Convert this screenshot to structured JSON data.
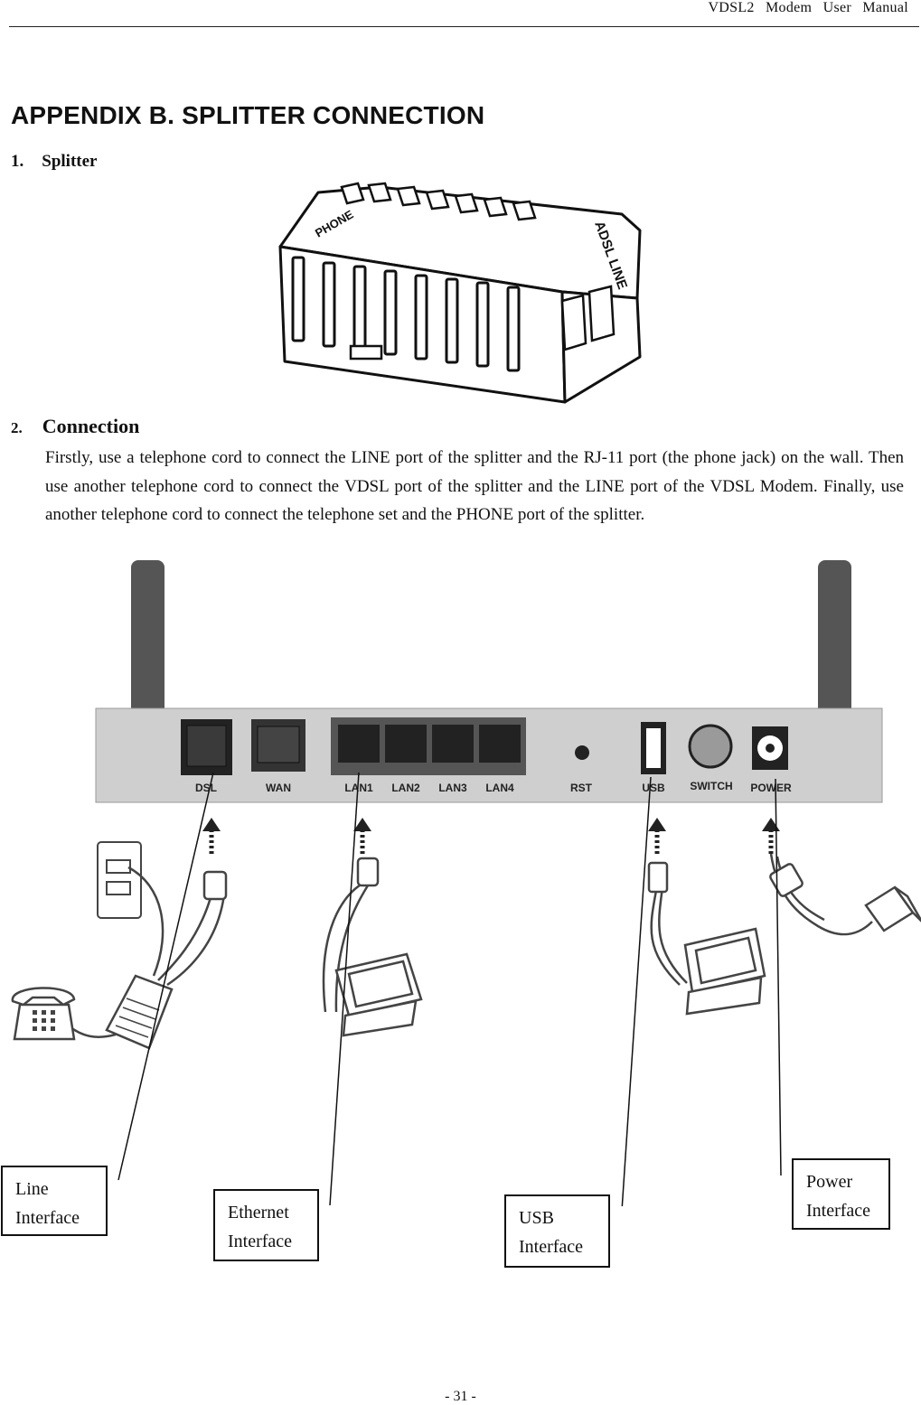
{
  "header": {
    "running_title": "VDSL2 Modem User Manual"
  },
  "appendix_title": "APPENDIX B. SPLITTER CONNECTION",
  "sections": [
    {
      "number": "1.",
      "title": "Splitter"
    },
    {
      "number": "2.",
      "title": "Connection"
    }
  ],
  "connection_text": "Firstly, use a telephone cord to connect the LINE port of the splitter and the RJ-11 port (the phone jack) on the wall. Then use another telephone cord to connect the VDSL port of the splitter and the LINE port of the VDSL Modem. Finally, use another telephone cord to connect the telephone set and the PHONE port of the splitter.",
  "splitter_labels": {
    "phone": "PHONE",
    "line": "ADSL LINE"
  },
  "modem_ports": [
    "DSL",
    "WAN",
    "LAN1",
    "LAN2",
    "LAN3",
    "LAN4",
    "RST",
    "USB",
    "SWITCH",
    "POWER"
  ],
  "callouts": {
    "line": [
      "Line",
      "Interface"
    ],
    "ethernet": [
      "Ethernet",
      "Interface"
    ],
    "usb": [
      "USB",
      "Interface"
    ],
    "power": [
      "Power",
      "Interface"
    ]
  },
  "footer": {
    "page_number": "- 31 -"
  }
}
